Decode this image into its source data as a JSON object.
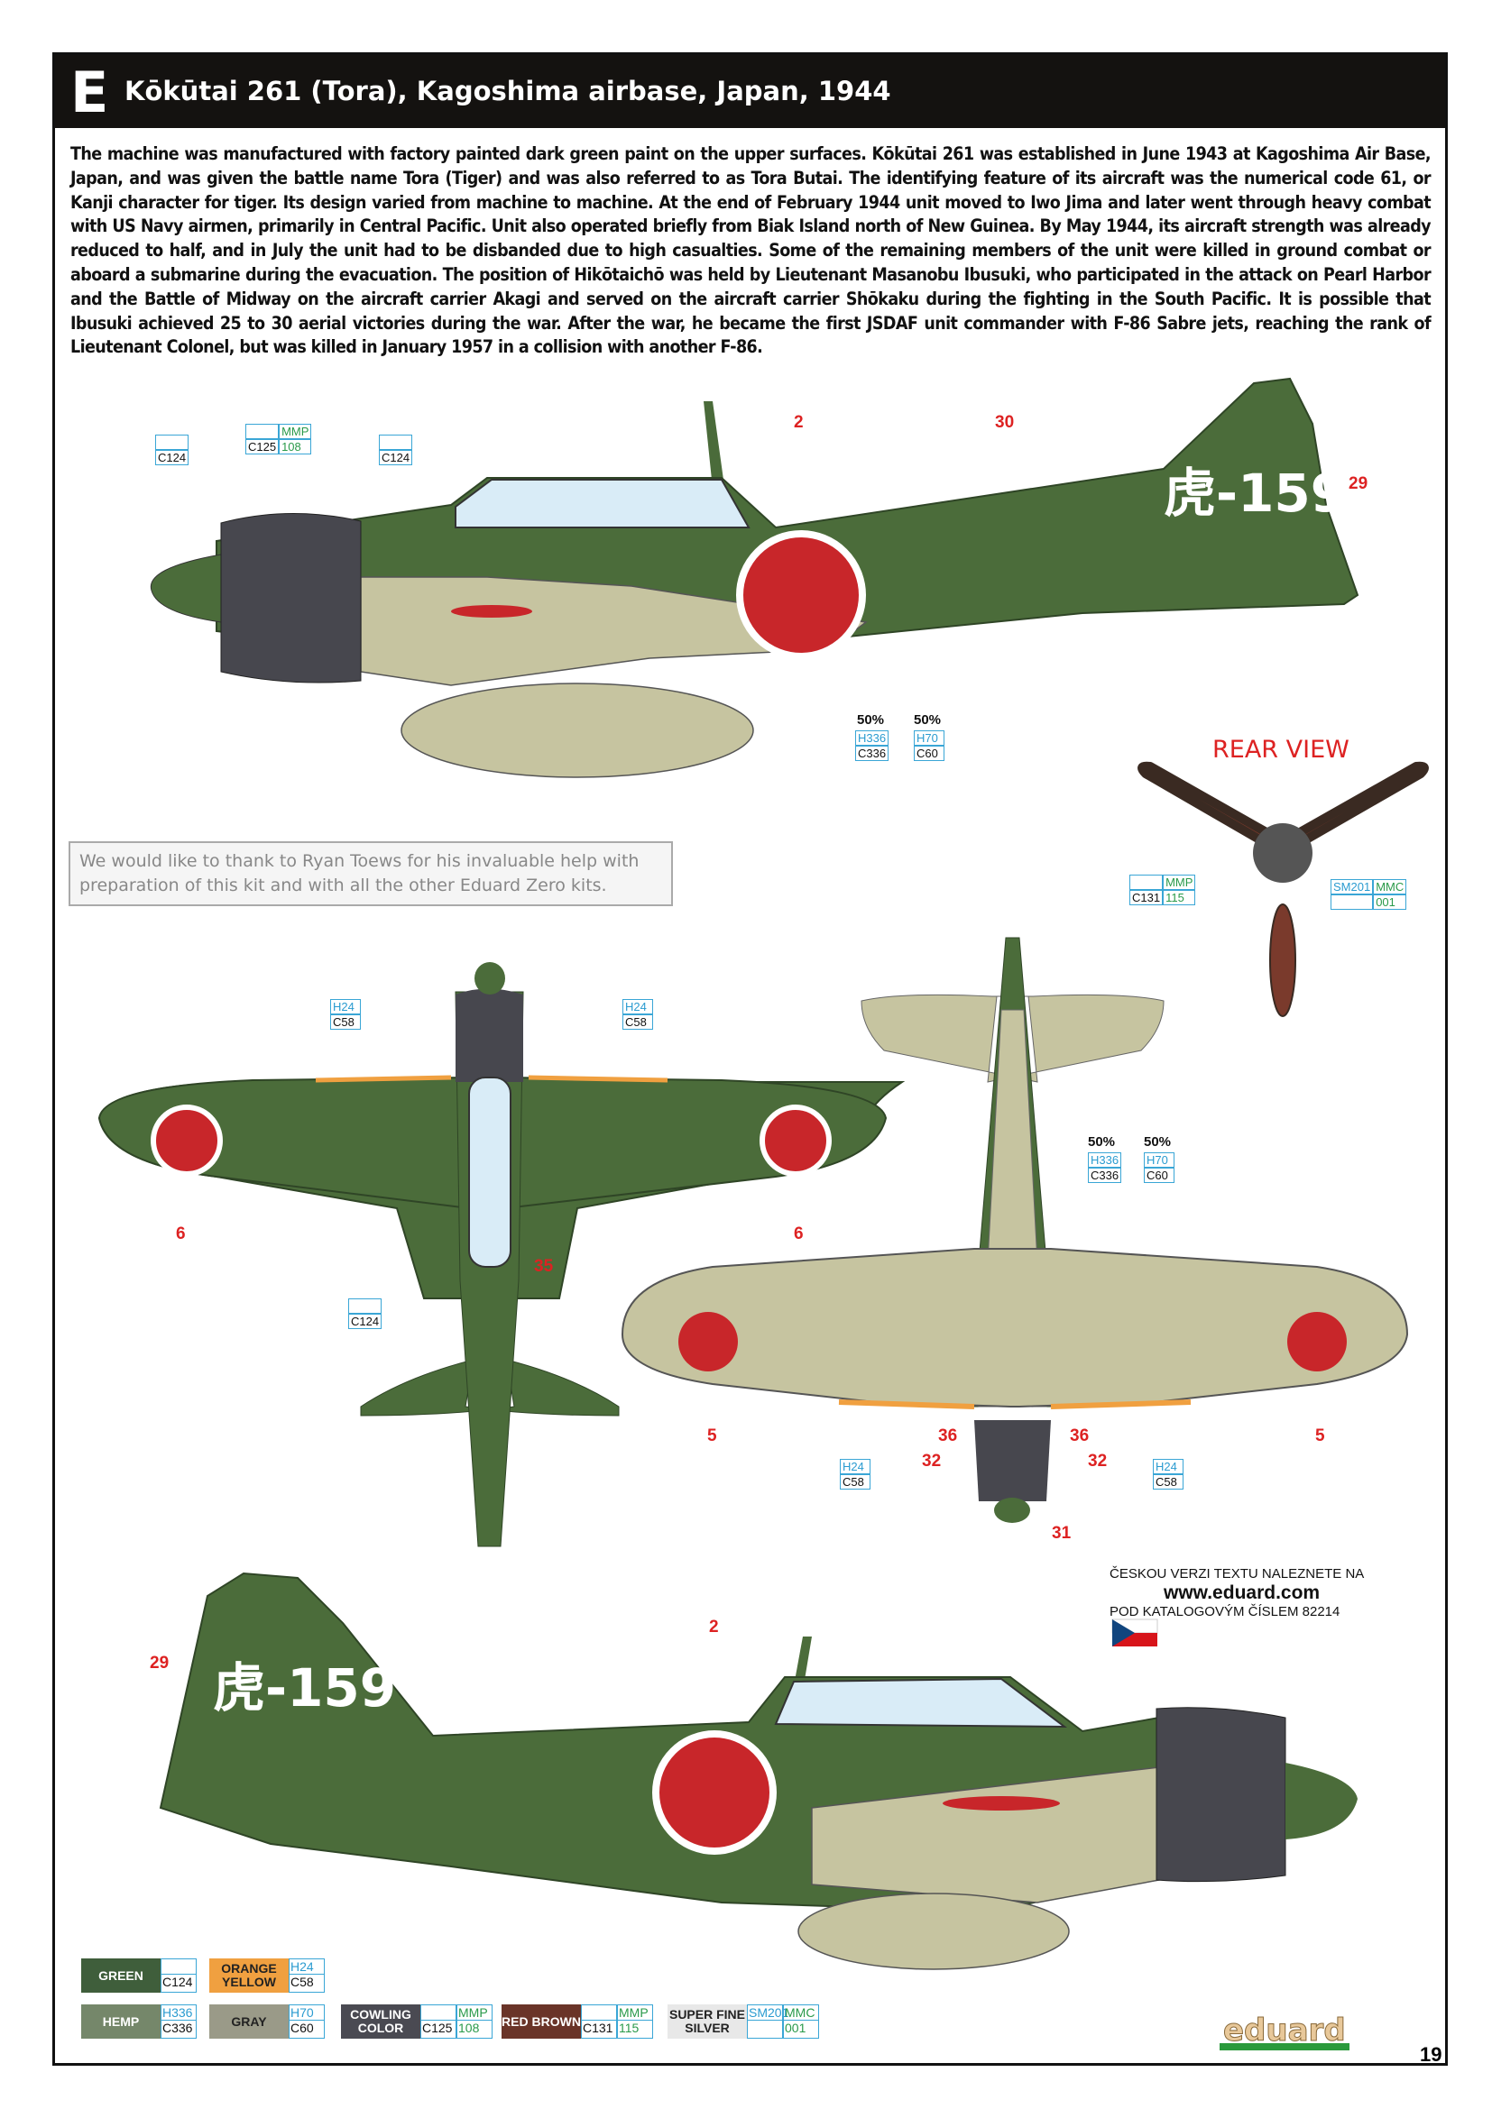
{
  "header": {
    "letter": "E",
    "title": "Kōkūtai 261 (Tora), Kagoshima airbase, Japan, 1944"
  },
  "description": "The machine was manufactured with factory painted dark green paint on the upper surfaces. Kōkūtai 261 was established in June 1943 at Kagoshima Air Base, Japan, and was given the battle name Tora (Tiger) and was also referred to as Tora Butai. The identifying feature of its aircraft was the numerical code 61, or Kanji character for tiger. Its design varied from machine to machine. At the end of February 1944 unit moved to Iwo Jima and later went through heavy combat with US Navy airmen, primarily in Central Pacific. Unit also operated briefly from Biak Island north of New Guinea.  By May 1944, its aircraft strength was already reduced to half, and in July the unit had to be disbanded due to high casualties. Some of the remaining members of the unit were killed in ground combat or aboard a submarine during the evacuation. The position of Hikōtaichō was held by Lieutenant Masanobu Ibusuki, who participated in the attack on Pearl Harbor and the Battle of Midway on the aircraft carrier Akagi and served on the aircraft carrier Shōkaku during the fighting in the South Pacific. It is possible that Ibusuki achieved 25 to 30 aerial victories during the war. After the war, he became the first JSDAF unit commander with F-86 Sabre jets, reaching the rank of Lieutenant Colonel, but was killed in January 1957 in a collision with another F-86.",
  "thanks": "We would like to thank to Ryan Toews for his invaluable help with preparation of this kit and with all the other Eduard Zero kits.",
  "tail_code": "虎-159",
  "rear_view_label": "REAR VIEW",
  "callouts": [
    {
      "c": "C124"
    },
    {
      "c": "C125",
      "m": "MMP",
      "m2": "108"
    },
    {
      "c": "C124"
    },
    {
      "h": "H336",
      "c": "C336"
    },
    {
      "h": "H70",
      "c": "C60"
    },
    {
      "c": "C131",
      "m": "MMP",
      "m2": "115"
    },
    {
      "h": "SM201",
      "m": "MMC",
      "m2": "001"
    },
    {
      "h": "H24",
      "c": "C58"
    },
    {
      "h": "H24",
      "c": "C58"
    },
    {
      "c": "C124"
    },
    {
      "h": "H336",
      "c": "C336"
    },
    {
      "h": "H70",
      "c": "C60"
    },
    {
      "h": "H24",
      "c": "C58"
    },
    {
      "h": "H24",
      "c": "C58"
    }
  ],
  "numbers": [
    "2",
    "30",
    "29",
    "6",
    "6",
    "35",
    "5",
    "5",
    "36",
    "36",
    "32",
    "32",
    "31",
    "29",
    "2"
  ],
  "percents": [
    "50%",
    "50%",
    "50%",
    "50%"
  ],
  "czech": {
    "line1": "ČESKOU VERZI TEXTU NALEZNETE NA",
    "url": "www.eduard.com",
    "line2": "POD KATALOGOVÝM ČÍSLEM 82214"
  },
  "legend": [
    {
      "name": "GREEN",
      "color": "#3f5e3b",
      "top": "",
      "bottom": "C124"
    },
    {
      "name": "ORANGE YELLOW",
      "color": "#f0a040",
      "top": "H24",
      "bottom": "C58",
      "dark": true
    },
    {
      "name": "HEMP",
      "color": "#75876a",
      "top": "H336",
      "bottom": "C336"
    },
    {
      "name": "GRAY",
      "color": "#9a9a88",
      "top": "H70",
      "bottom": "C60",
      "dark": true
    },
    {
      "name": "COWLING COLOR",
      "color": "#4a4a52",
      "top": "",
      "bottom": "C125",
      "m": "MMP",
      "m2": "108"
    },
    {
      "name": "RED BROWN",
      "color": "#6a3428",
      "top": "",
      "bottom": "C131",
      "m": "MMP",
      "m2": "115"
    },
    {
      "name": "SUPER FINE SILVER",
      "color": "#e8e8e8",
      "top": "SM201",
      "bottom": "",
      "m": "MMC",
      "m2": "001",
      "dark": true
    }
  ],
  "logo": "eduard",
  "page_number": "19"
}
